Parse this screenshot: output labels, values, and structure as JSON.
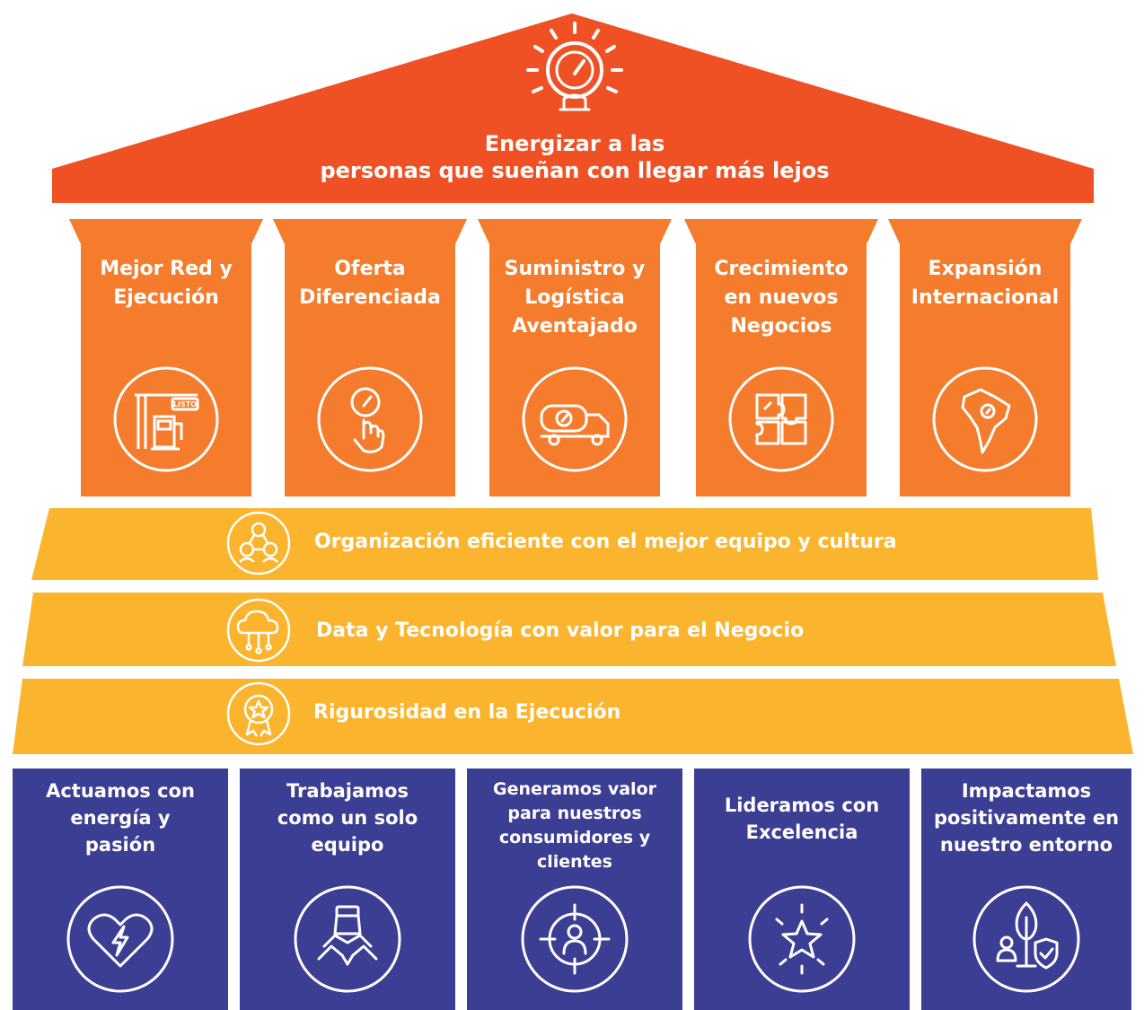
{
  "roof": {
    "line1": "Energizar a las",
    "line2": "personas que sueñan con llegar más lejos",
    "icon": "speedometer-sun-icon",
    "color": "#ef5124"
  },
  "pillars": [
    {
      "line1": "Mejor Red y",
      "line2": "Ejecución",
      "line3": "",
      "icon": "gas-station-icon",
      "sign": "LISTO"
    },
    {
      "line1": "Oferta",
      "line2": "Diferenciada",
      "line3": "",
      "icon": "hand-gauge-icon"
    },
    {
      "line1": "Suministro y",
      "line2": "Logística",
      "line3": "Aventajado",
      "icon": "tanker-truck-icon"
    },
    {
      "line1": "Crecimiento",
      "line2": "en nuevos",
      "line3": "Negocios",
      "icon": "puzzle-icon"
    },
    {
      "line1": "Expansión",
      "line2": "Internacional",
      "line3": "",
      "icon": "south-america-icon"
    }
  ],
  "bands": [
    {
      "text": "Organización eficiente con el mejor equipo y cultura",
      "icon": "team-network-icon"
    },
    {
      "text": "Data y Tecnología con valor para el Negocio",
      "icon": "cloud-data-icon"
    },
    {
      "text": "Rigurosidad en la Ejecución",
      "icon": "award-star-icon"
    }
  ],
  "values": [
    {
      "line1": "Actuamos con",
      "line2": "energía y",
      "line3": "pasión",
      "line4": "",
      "icon": "heart-energy-icon"
    },
    {
      "line1": "Trabajamos",
      "line2": "como un solo",
      "line3": "equipo",
      "line4": "",
      "icon": "hands-together-icon"
    },
    {
      "line1": "Generamos valor",
      "line2": "para nuestros",
      "line3": "consumidores y",
      "line4": "clientes",
      "icon": "target-person-icon"
    },
    {
      "line1": "Lideramos con",
      "line2": "Excelencia",
      "line3": "",
      "line4": "",
      "icon": "star-shine-icon"
    },
    {
      "line1": "Impactamos",
      "line2": "positivamente en",
      "line3": "nuestro entorno",
      "line4": "",
      "icon": "tree-shield-icon"
    }
  ],
  "colors": {
    "roof": "#ef5124",
    "pillar": "#f47c2c",
    "band": "#fbb42d",
    "values": "#3b3e93"
  }
}
